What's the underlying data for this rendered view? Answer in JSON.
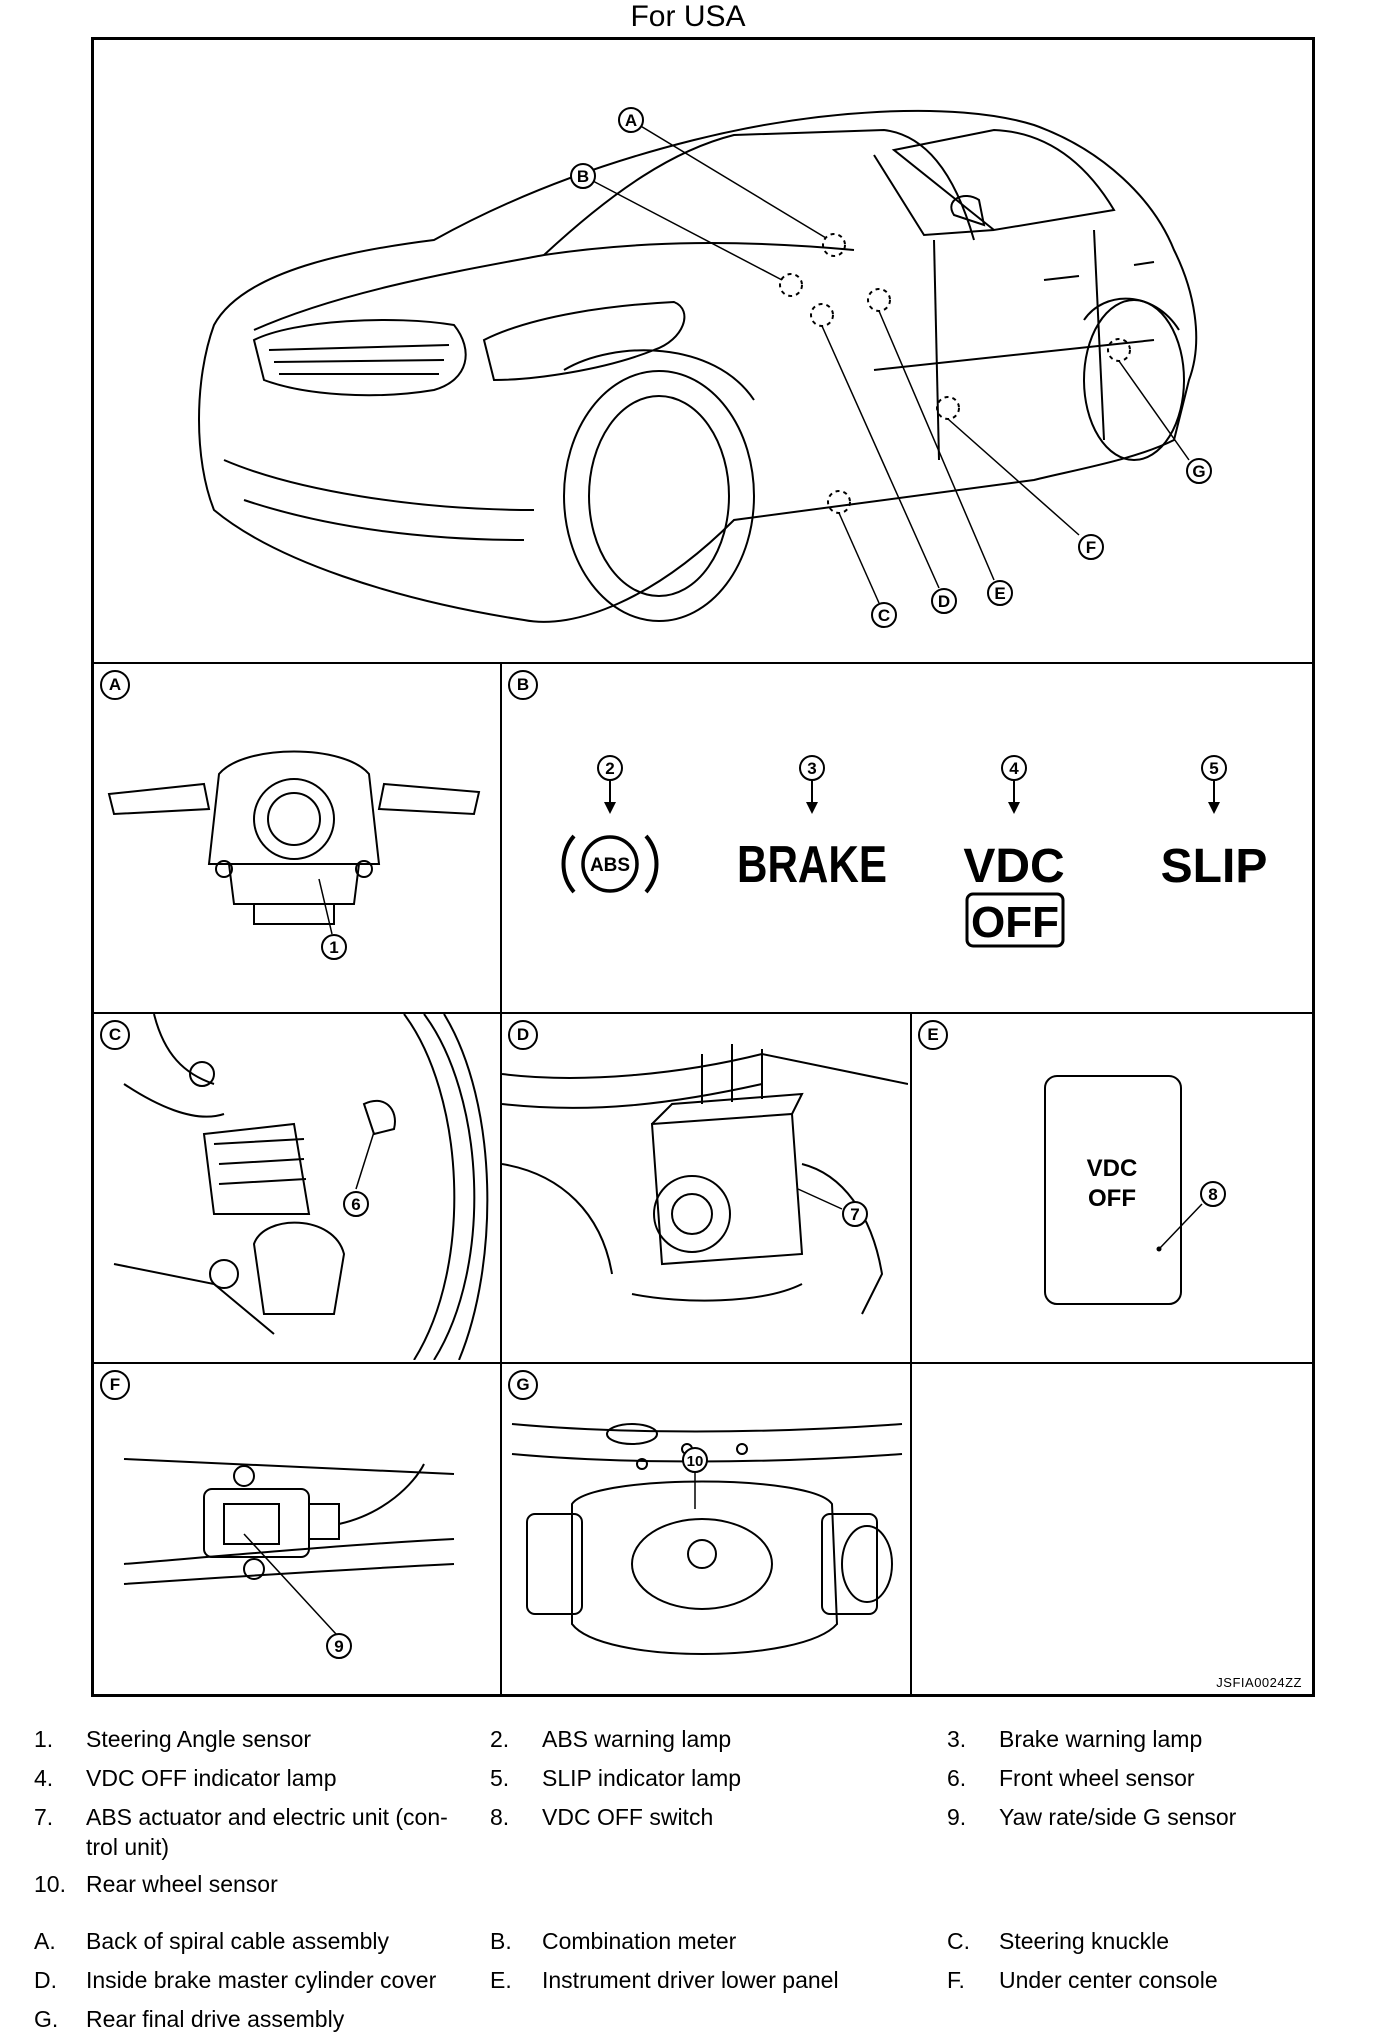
{
  "title": "For USA",
  "figure_id": "JSFIA0024ZZ",
  "panels": {
    "A": "A",
    "B": "B",
    "C": "C",
    "D": "D",
    "E": "E",
    "F": "F",
    "G": "G"
  },
  "callouts": {
    "n1": "1",
    "n2": "2",
    "n3": "3",
    "n4": "4",
    "n5": "5",
    "n6": "6",
    "n7": "7",
    "n8": "8",
    "n9": "9",
    "n10": "10"
  },
  "meter": {
    "abs": "ABS",
    "brake": "BRAKE",
    "vdc": "VDC",
    "off": "OFF",
    "slip": "SLIP"
  },
  "switch": {
    "line1": "VDC",
    "line2": "OFF"
  },
  "legend_parts": [
    {
      "key": "1.",
      "text": "Steering Angle sensor"
    },
    {
      "key": "2.",
      "text": "ABS warning lamp"
    },
    {
      "key": "3.",
      "text": "Brake warning lamp"
    },
    {
      "key": "4.",
      "text": "VDC OFF indicator lamp"
    },
    {
      "key": "5.",
      "text": "SLIP indicator lamp"
    },
    {
      "key": "6.",
      "text": "Front wheel sensor"
    },
    {
      "key": "7.",
      "text": "ABS actuator and electric unit (con-",
      "text2": "trol unit)"
    },
    {
      "key": "8.",
      "text": "VDC OFF switch"
    },
    {
      "key": "9.",
      "text": "Yaw rate/side G sensor"
    },
    {
      "key": "10.",
      "text": "Rear wheel sensor"
    }
  ],
  "legend_locations": [
    {
      "key": "A.",
      "text": "Back of spiral cable assembly"
    },
    {
      "key": "B.",
      "text": "Combination meter"
    },
    {
      "key": "C.",
      "text": "Steering knuckle"
    },
    {
      "key": "D.",
      "text": "Inside brake master cylinder cover"
    },
    {
      "key": "E.",
      "text": "Instrument driver lower panel"
    },
    {
      "key": "F.",
      "text": "Under center console"
    },
    {
      "key": "G.",
      "text": "Rear final drive assembly"
    }
  ]
}
